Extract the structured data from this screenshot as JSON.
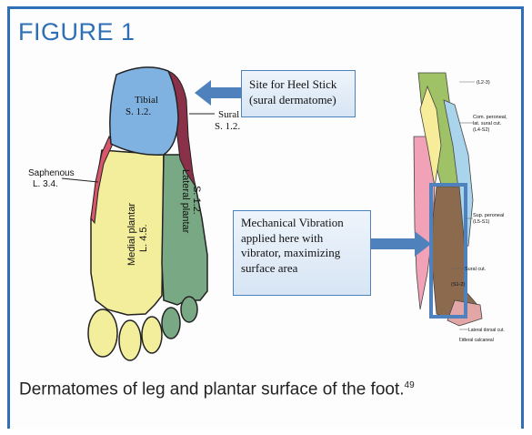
{
  "figure": {
    "title": "FIGURE 1",
    "caption_text": "Dermatomes of leg and plantar surface of the foot.",
    "caption_ref": "49"
  },
  "foot": {
    "tibial": {
      "name": "Tibial",
      "code": "S. 1.2."
    },
    "sural": {
      "name": "Sural",
      "code": "S. 1.2."
    },
    "saphenous": {
      "name": "Saphenous",
      "code": "L. 3.4."
    },
    "medial_plantar": {
      "name": "Medial plantar",
      "code": "L. 4.5."
    },
    "lateral_plantar": {
      "name": "Lateral plantar",
      "code": "S. 1.2."
    }
  },
  "callouts": {
    "heel_stick": "Site for Heel Stick (sural dermatome)",
    "vibration": "Mechanical Vibration applied here with vibrator, maximizing surface area"
  },
  "leg_labels": {
    "top": "(L2-3)",
    "com_peroneal": "Com. peroneal, lat. sural cut. (L4-S2)",
    "sup_peroneal": "Sup. peroneal (L5-S1)",
    "sural_cut": "Sural cut.",
    "s1_2": "(S1-2)",
    "lateral_dorsal": "Lateral dorsal cut.",
    "lateral_calcaneal": "Lateral calcaneal"
  },
  "colors": {
    "frame": "#2f6fb5",
    "tibial": "#7fb2e0",
    "sural": "#8a3048",
    "saphenous": "#d9556a",
    "medial_plantar": "#f3ee9c",
    "lateral_plantar": "#79a884",
    "leg_brown": "#8c6a4e",
    "leg_green": "#9fc266",
    "arrow": "#4f81bd"
  }
}
